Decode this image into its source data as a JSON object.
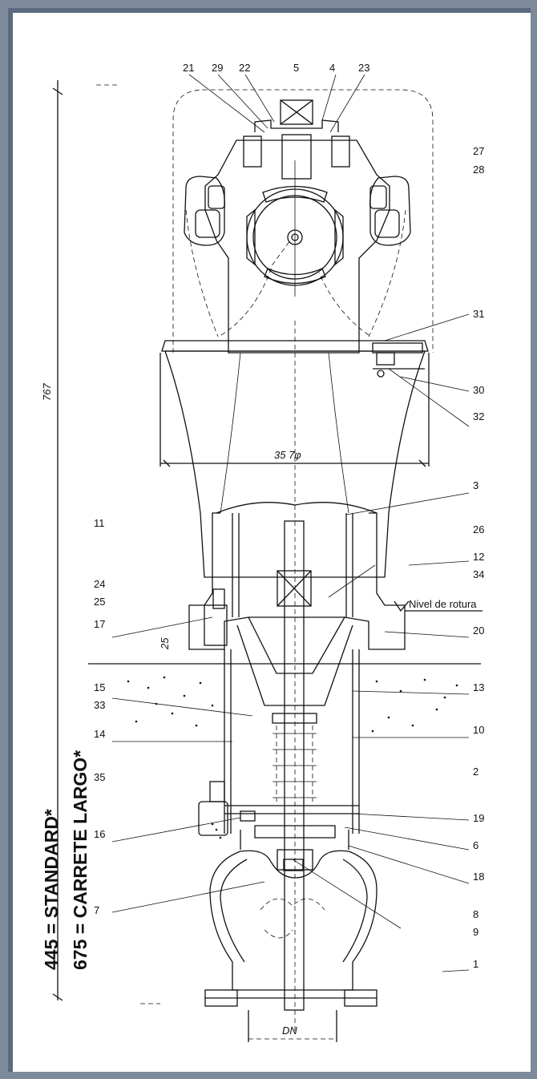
{
  "part_labels": {
    "p21": "21",
    "p29": "29",
    "p22": "22",
    "p5": "5",
    "p4": "4",
    "p23": "23",
    "p27": "27",
    "p28": "28",
    "p31": "31",
    "p30": "30",
    "p32": "32",
    "p3": "3",
    "p11": "11",
    "p26": "26",
    "p12": "12",
    "p34": "34",
    "p24": "24",
    "p25": "25",
    "p17": "17",
    "p20": "20",
    "p15": "15",
    "p33": "33",
    "p13": "13",
    "p14": "14",
    "p10": "10",
    "p35": "35",
    "p2": "2",
    "p19": "19",
    "p16": "16",
    "p6": "6",
    "p18": "18",
    "p7": "7",
    "p8": "8",
    "p9": "9",
    "p1": "1"
  },
  "dimensions": {
    "height": "767",
    "width": "35 7φ",
    "ground": "25",
    "dn": "DN"
  },
  "annotations": {
    "break_level": "Nivel de rotura",
    "standard": "445 = STANDARD*",
    "long_spool": "675 = CARRETE LARGO*"
  }
}
